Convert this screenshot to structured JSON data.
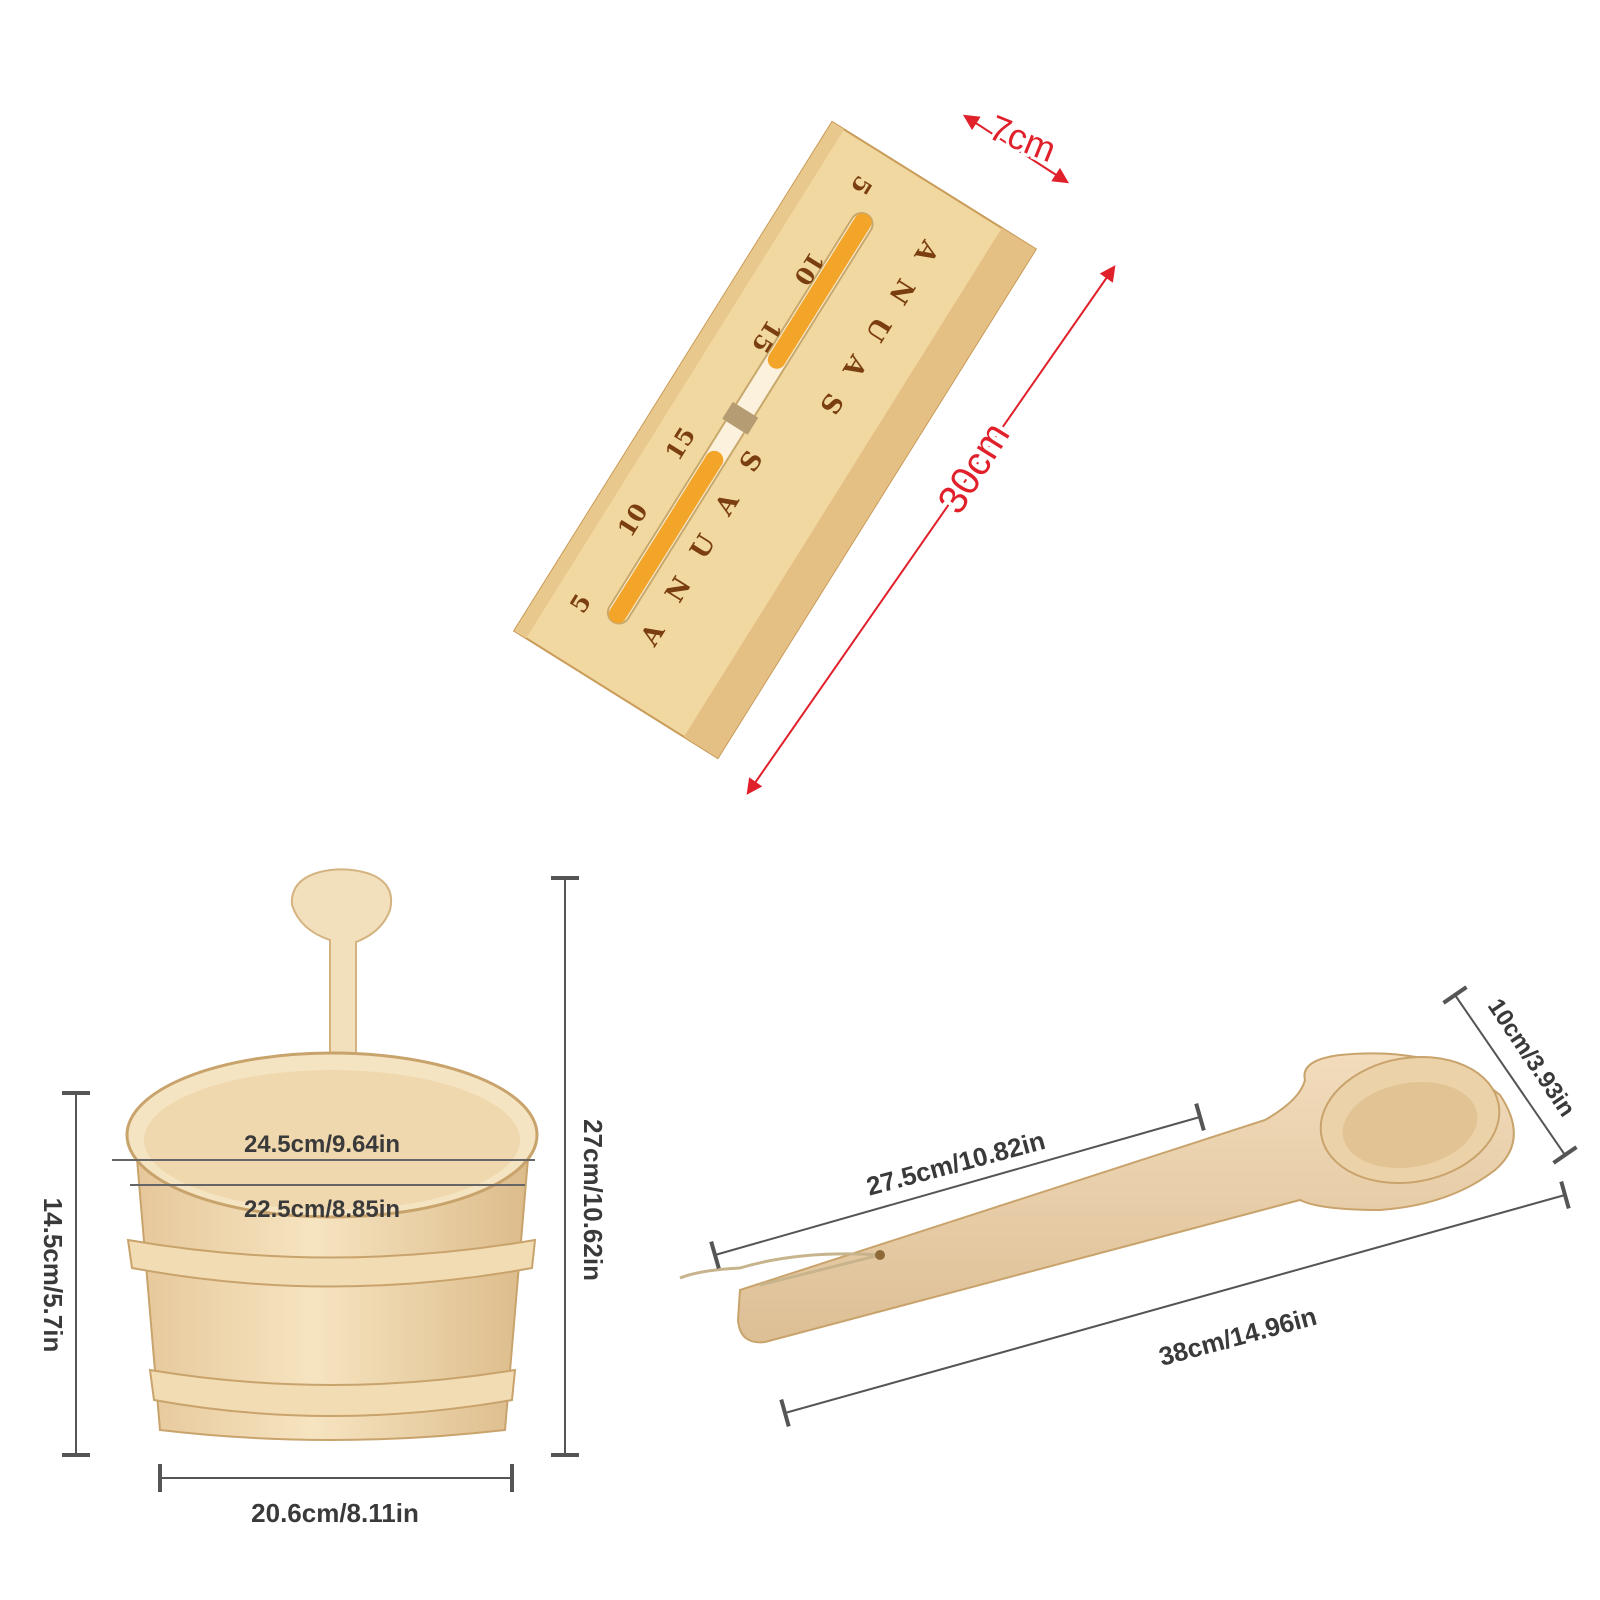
{
  "colors": {
    "background": "#ffffff",
    "wood_light": "#f3dcae",
    "wood_mid": "#e6c38a",
    "wood_dark": "#c9a066",
    "sand_orange": "#f2a528",
    "engraving": "#7a3e10",
    "dimension_red": "#e0202a",
    "dimension_gray": "#3a3a3a"
  },
  "sand_timer": {
    "width_label": "7cm",
    "length_label": "30cm",
    "word_left": [
      "S",
      "A",
      "U",
      "N",
      "A"
    ],
    "word_right": [
      "A",
      "N",
      "U",
      "A",
      "S"
    ],
    "scale_bottom": [
      "5",
      "10",
      "15"
    ],
    "scale_top": [
      "5",
      "10",
      "15"
    ]
  },
  "bucket": {
    "top_outer_diameter": "24.5cm/9.64in",
    "top_inner_diameter": "22.5cm/8.85in",
    "bucket_height": "14.5cm/5.7in",
    "total_height": "27cm/10.62in",
    "base_width": "20.6cm/8.11in"
  },
  "ladle": {
    "handle_length": "27.5cm/10.82in",
    "total_length": "38cm/14.96in",
    "bowl_width": "10cm/3.93in"
  }
}
